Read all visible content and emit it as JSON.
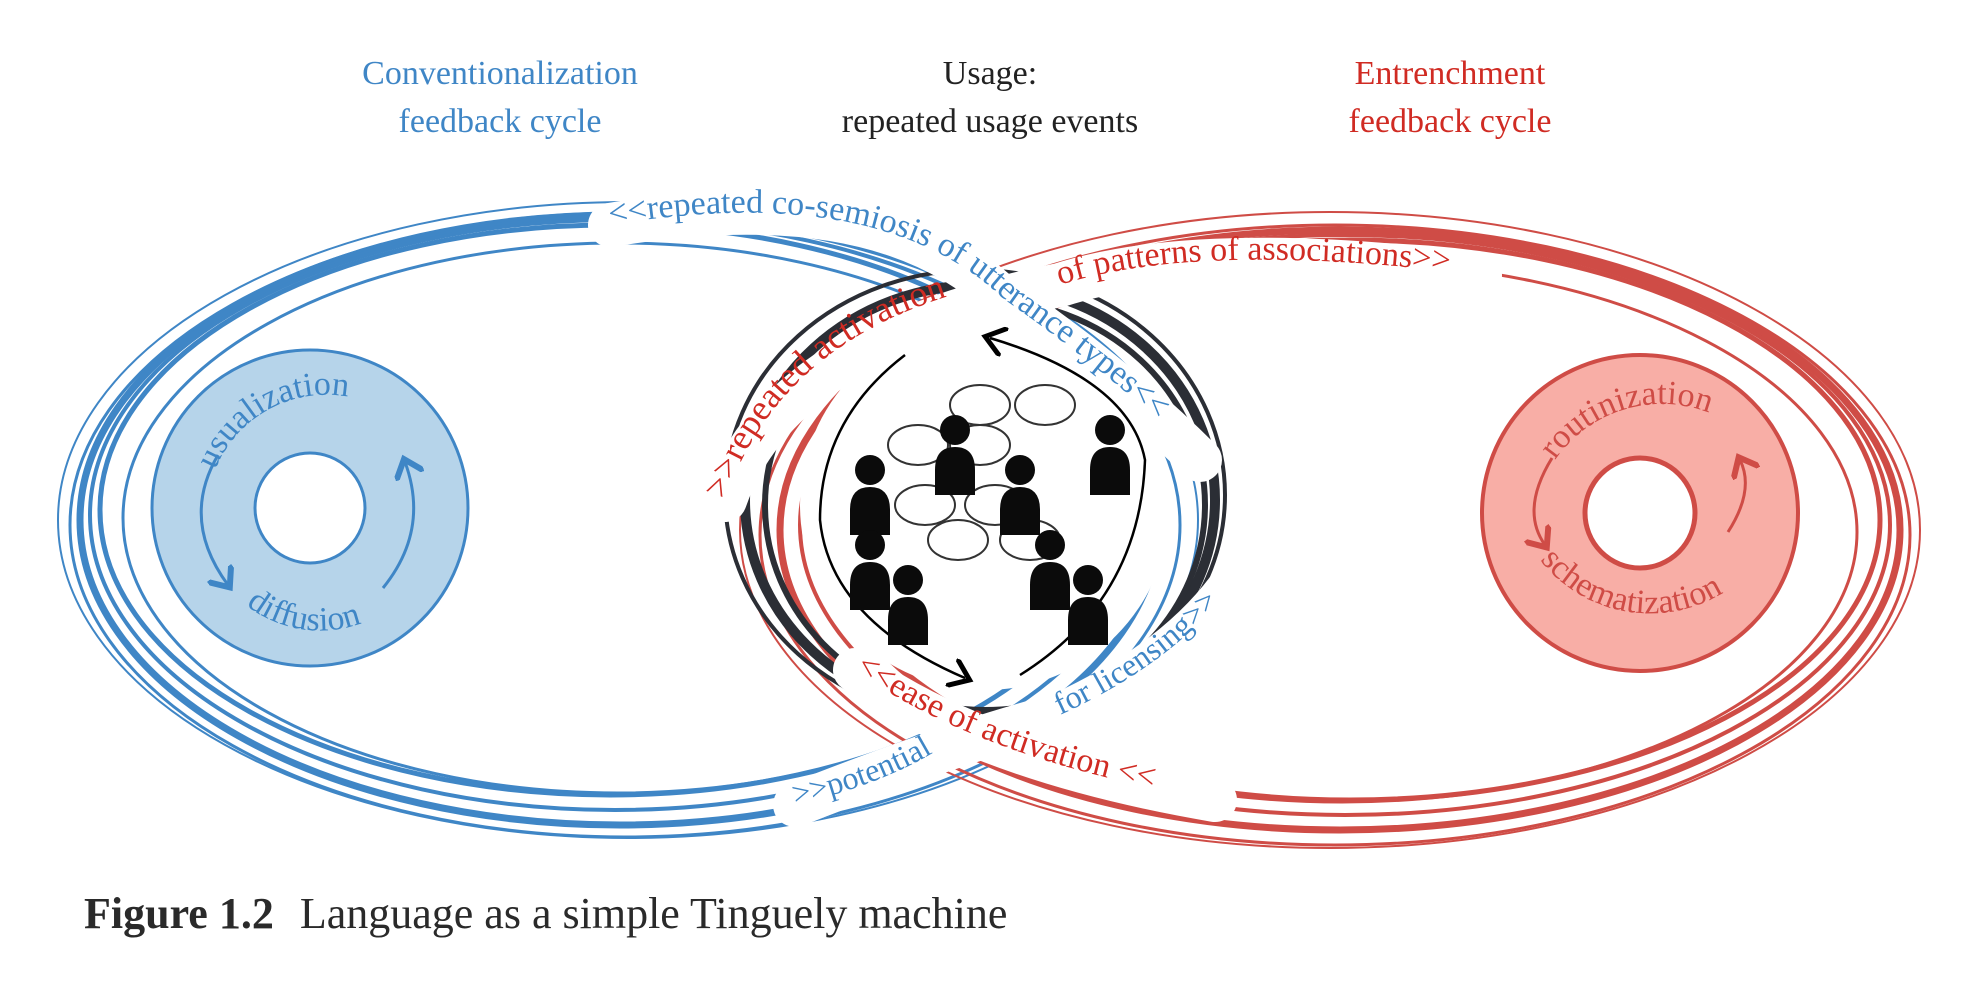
{
  "headers": {
    "conventionalization": {
      "line1": "Conventionalization",
      "line2": "feedback cycle"
    },
    "usage": {
      "line1": "Usage:",
      "line2": "repeated usage events"
    },
    "entrenchment": {
      "line1": "Entrenchment",
      "line2": "feedback cycle"
    }
  },
  "ribbons": {
    "top_blue": "<<repeated co-semiosis of utterance types<<",
    "top_red_left": ">>repeated activation",
    "top_red_right": "of patterns of associations>>",
    "bottom_blue_left": ">>potential",
    "bottom_blue_right": "for licensing>>",
    "bottom_red": "<<ease of activation <<"
  },
  "left_ring": {
    "top": "usualization",
    "bottom": "diffusion"
  },
  "right_ring": {
    "top": "routinization",
    "bottom": "schematization"
  },
  "caption": {
    "label": "Figure 1.2",
    "text": "Language as a simple Tinguely machine"
  },
  "colors": {
    "blue": "#3f86c6",
    "blue_fill": "#b6d4ea",
    "red": "#cf4c46",
    "red_fill": "#f8aea6",
    "red_text": "#d02b23",
    "dark": "#2b2e35"
  }
}
